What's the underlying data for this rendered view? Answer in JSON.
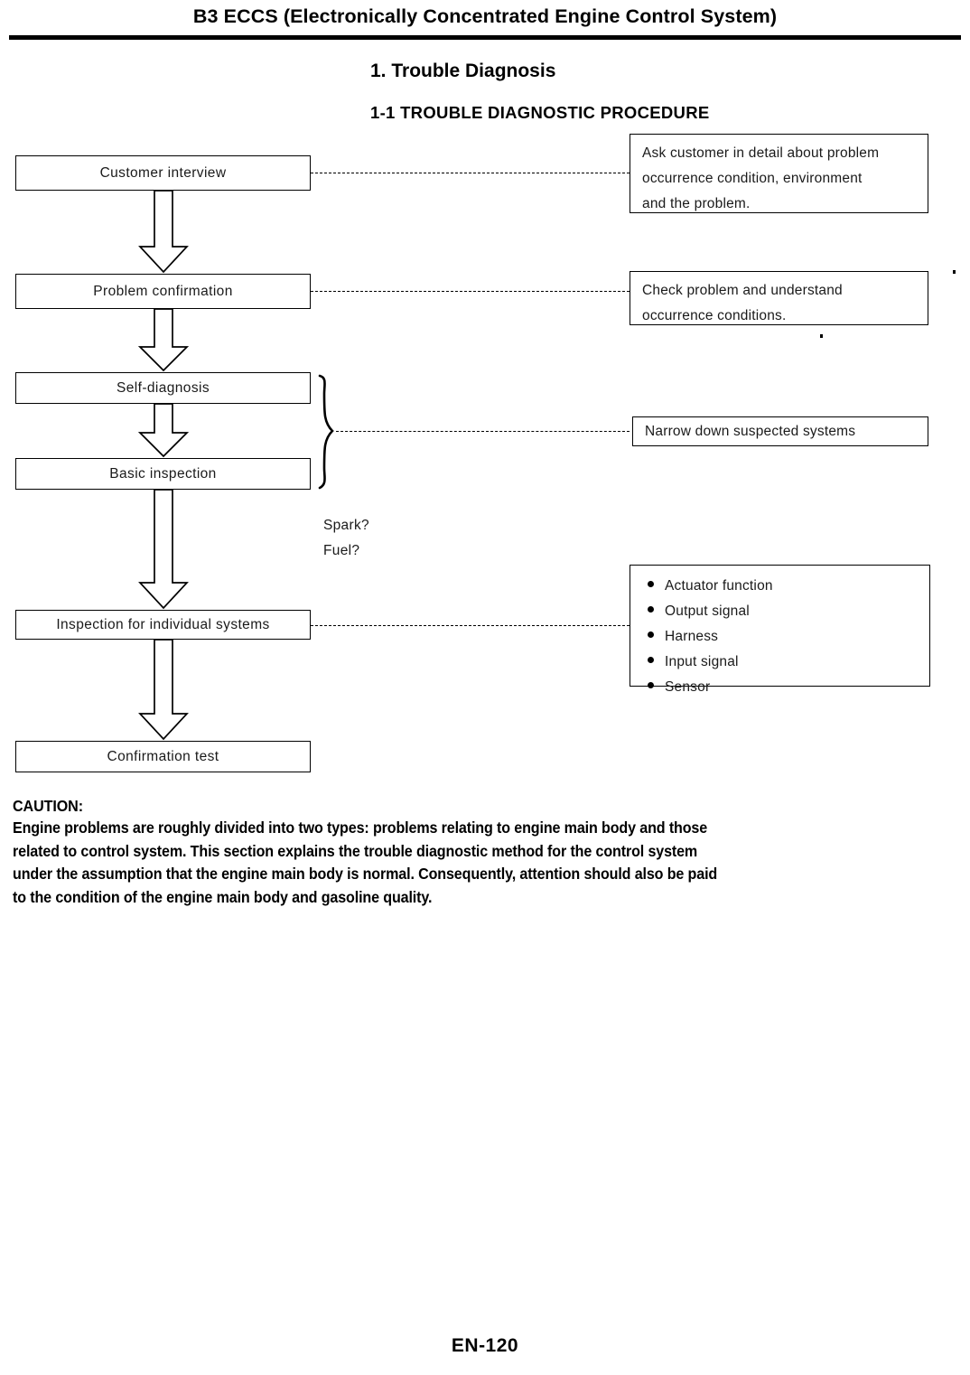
{
  "header": {
    "title": "B3 ECCS (Electronically Concentrated Engine Control System)"
  },
  "section": {
    "number_title": "1.  Trouble Diagnosis",
    "subsection_title": "1-1  TROUBLE DIAGNOSTIC PROCEDURE"
  },
  "flowchart": {
    "steps": [
      {
        "label": "Customer interview"
      },
      {
        "label": "Problem confirmation"
      },
      {
        "label": "Self-diagnosis"
      },
      {
        "label": "Basic inspection"
      },
      {
        "label": "Inspection for individual systems"
      },
      {
        "label": "Confirmation test"
      }
    ],
    "notes": {
      "customer_interview": [
        "Ask customer in detail about problem",
        "occurrence condition, environment",
        "and the problem."
      ],
      "problem_confirmation": [
        "Check problem and understand",
        "occurrence conditions."
      ],
      "narrow_down": "Narrow down suspected systems",
      "individual_systems": [
        "Actuator function",
        "Output signal",
        "Harness",
        "Input signal",
        "Sensor"
      ]
    },
    "side_notes": [
      "Spark?",
      "Fuel?"
    ]
  },
  "caution": {
    "label": "CAUTION:",
    "lines": [
      "Engine problems are roughly divided into two types: problems relating to engine main body and those",
      "related to control system. This section explains the trouble diagnostic method for the control system",
      "under the assumption that the engine main body is normal. Consequently, attention should also be paid",
      "to the condition of the engine main body and gasoline quality."
    ]
  },
  "footer": {
    "page_number": "EN-120"
  }
}
